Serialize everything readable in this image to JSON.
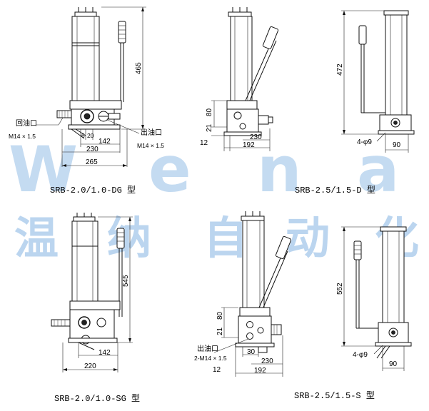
{
  "watermark": {
    "latin": [
      "W",
      "e",
      "n",
      "a"
    ],
    "chinese": [
      "温",
      "纳",
      "自",
      "动",
      "化"
    ],
    "color": "#2f7fd0"
  },
  "views": {
    "dg": {
      "title": "SRB-2.0/1.0-DG 型",
      "return_port_label": "回油口",
      "return_port_thread": "M14 × 1.5",
      "outlet_label": "出油口",
      "outlet_thread": "M14 × 1.5",
      "dims": {
        "height": "465",
        "d142": "142",
        "d230": "230",
        "d265": "265",
        "d6": "6",
        "d20": "20"
      }
    },
    "d": {
      "title": "SRB-2.5/1.5-D 型",
      "dims": {
        "d21": "21",
        "d80": "80",
        "d12": "12",
        "d230": "230",
        "d192": "192"
      }
    },
    "d_side": {
      "dims": {
        "height": "472",
        "holes": "4-φ9",
        "d90": "90"
      }
    },
    "sg": {
      "title": "SRB-2.0/1.0-SG 型",
      "dims": {
        "height": "545",
        "d142": "142",
        "d220": "220"
      }
    },
    "s": {
      "title": "SRB-2.5/1.5-S 型",
      "outlet_label": "出油口",
      "outlet_thread": "2-M14 × 1.5",
      "dims": {
        "d21": "21",
        "d80": "80",
        "d12": "12",
        "d30": "30",
        "d230": "230",
        "d192": "192"
      }
    },
    "s_side": {
      "dims": {
        "height": "552",
        "holes": "4-φ9",
        "d90": "90"
      }
    }
  }
}
